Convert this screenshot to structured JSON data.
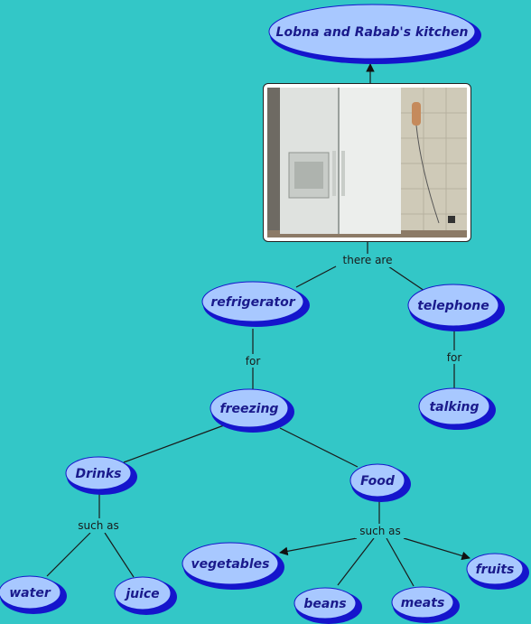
{
  "nodes": {
    "kitchen": "Lobna and Rabab's kitchen",
    "refrigerator": "refrigerator",
    "telephone": "telephone",
    "freezing": "freezing",
    "talking": "talking",
    "drinks": "Drinks",
    "food": "Food",
    "water": "water",
    "juice": "juice",
    "vegetables": "vegetables",
    "beans": "beans",
    "meats": "meats",
    "fruits": "fruits"
  },
  "links": {
    "there_are": "there are",
    "for_left": "for",
    "for_right": "for",
    "such_as_drinks": "such as",
    "such_as_food": "such as"
  },
  "colors": {
    "background": "#33c7c7",
    "node_fill": "#a8c8ff",
    "node_shadow": "#1515cc",
    "node_text": "#1a1a8c",
    "line": "#1a1a1a"
  },
  "image": {
    "depicts": "kitchen photo with refrigerator and wall telephone"
  }
}
